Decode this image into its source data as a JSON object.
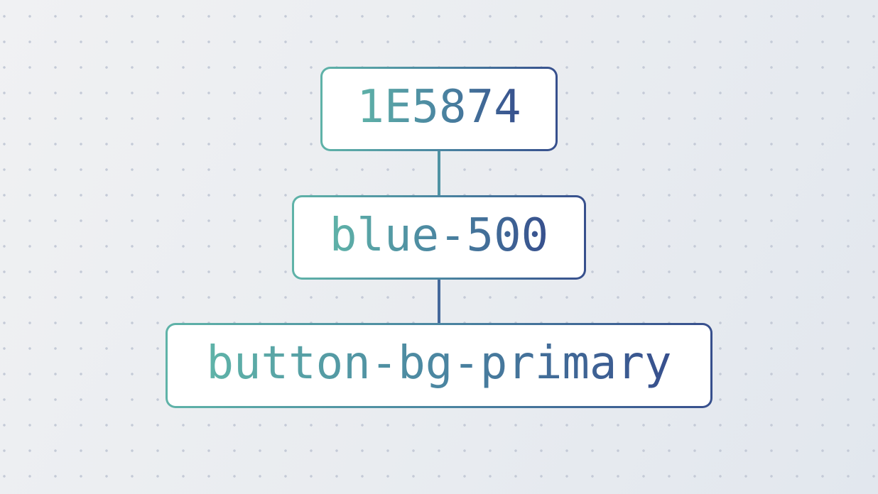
{
  "diagram": {
    "type": "token-alias-hierarchy",
    "nodes": [
      {
        "id": "hex-value",
        "label": "1E5874",
        "level": 1
      },
      {
        "id": "primitive-token",
        "label": "blue-500",
        "level": 2
      },
      {
        "id": "semantic-token",
        "label": "button-bg-primary",
        "level": 3
      }
    ],
    "edges": [
      {
        "from": "hex-value",
        "to": "primitive-token"
      },
      {
        "from": "primitive-token",
        "to": "semantic-token"
      }
    ]
  },
  "colors": {
    "gradient-start": "#5FB3A8",
    "gradient-mid": "#4B86A1",
    "gradient-end": "#374F8D",
    "connector-top": "#4F93A3",
    "connector-bottom": "#44689B",
    "node-fill": "#FFFFFF",
    "background-light": "#F0F1F3",
    "background-dark": "#E2E7EE",
    "dot": "#C4CAD7"
  }
}
